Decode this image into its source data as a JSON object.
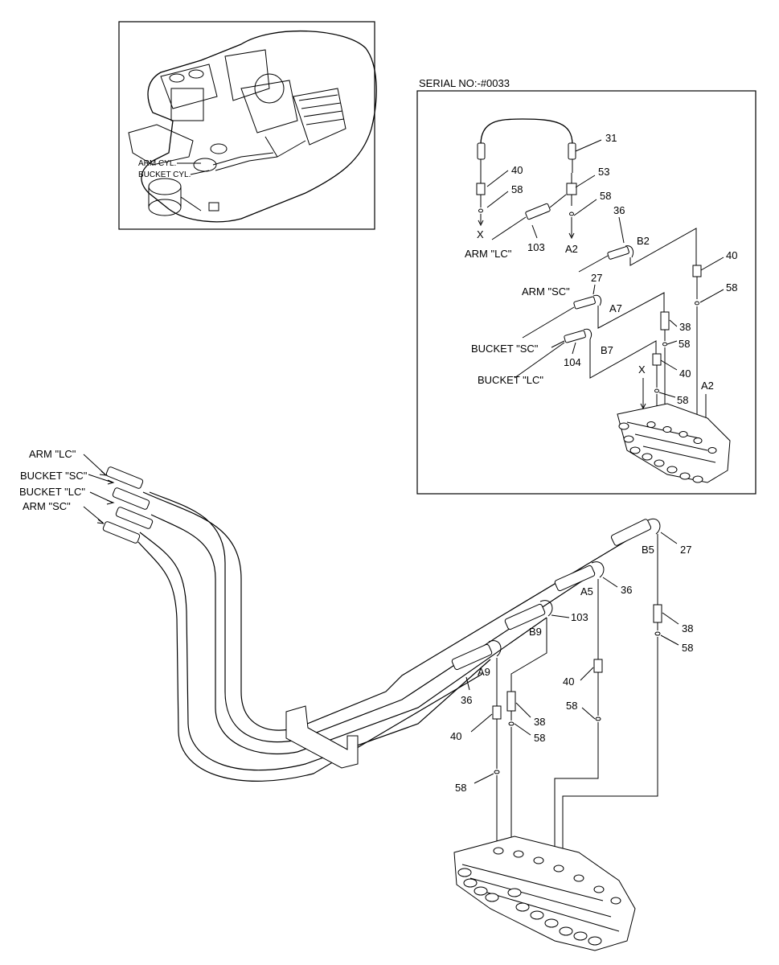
{
  "overview": {
    "labels": [
      "ARM CYL.",
      "BUCKET CYL."
    ]
  },
  "detail": {
    "serial": "SERIAL NO:-#0033",
    "callouts": {
      "c31": "31",
      "c40a": "40",
      "c58a": "58",
      "c53": "53",
      "c58b": "58",
      "c36": "36",
      "c103": "103",
      "c27": "27",
      "c40b": "40",
      "c58c": "58",
      "c38": "38",
      "c58d": "58",
      "c40c": "40",
      "c58e": "58",
      "c104": "104"
    },
    "ports": {
      "x_top": "X",
      "a2_top": "A2",
      "b2": "B2",
      "a7": "A7",
      "b7": "B7",
      "x_mid": "X",
      "a2_right": "A2"
    },
    "hose_labels": {
      "arm_lc": "ARM \"LC\"",
      "arm_sc": "ARM \"SC\"",
      "bucket_sc": "BUCKET \"SC\"",
      "bucket_lc": "BUCKET \"LC\""
    }
  },
  "main": {
    "hose_labels": {
      "arm_lc": "ARM \"LC\"",
      "bucket_sc": "BUCKET \"SC\"",
      "bucket_lc": "BUCKET \"LC\"",
      "arm_sc": "ARM \"SC\""
    },
    "ports": {
      "b5": "B5",
      "a5": "A5",
      "b9": "B9",
      "a9": "A9"
    },
    "callouts": {
      "c27": "27",
      "c36a": "36",
      "c103": "103",
      "c38a": "38",
      "c58a": "58",
      "c36b": "36",
      "c40a": "40",
      "c58b": "58",
      "c38b": "38",
      "c58c": "58",
      "c40b": "40",
      "c58d": "58"
    }
  }
}
